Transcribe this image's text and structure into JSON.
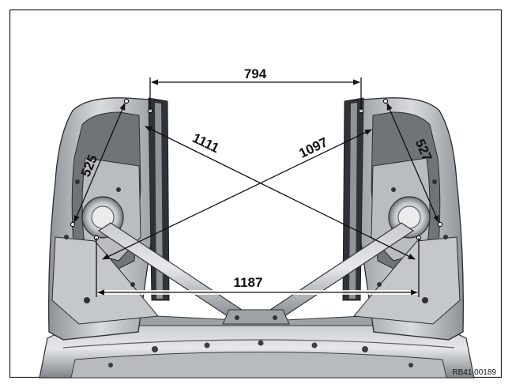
{
  "figure": {
    "reference_code": "RB41 00189",
    "colors": {
      "frame": "#222222",
      "metal_light": "#d4d7da",
      "metal_mid": "#aeb2b6",
      "metal_dark": "#6f7479",
      "shadow": "#2f3236",
      "dimension_line": "#111111"
    }
  },
  "dimensions": {
    "d794": "794",
    "d1111": "1111",
    "d1097": "1097",
    "d525": "525",
    "d527": "527",
    "d1187": "1187"
  }
}
